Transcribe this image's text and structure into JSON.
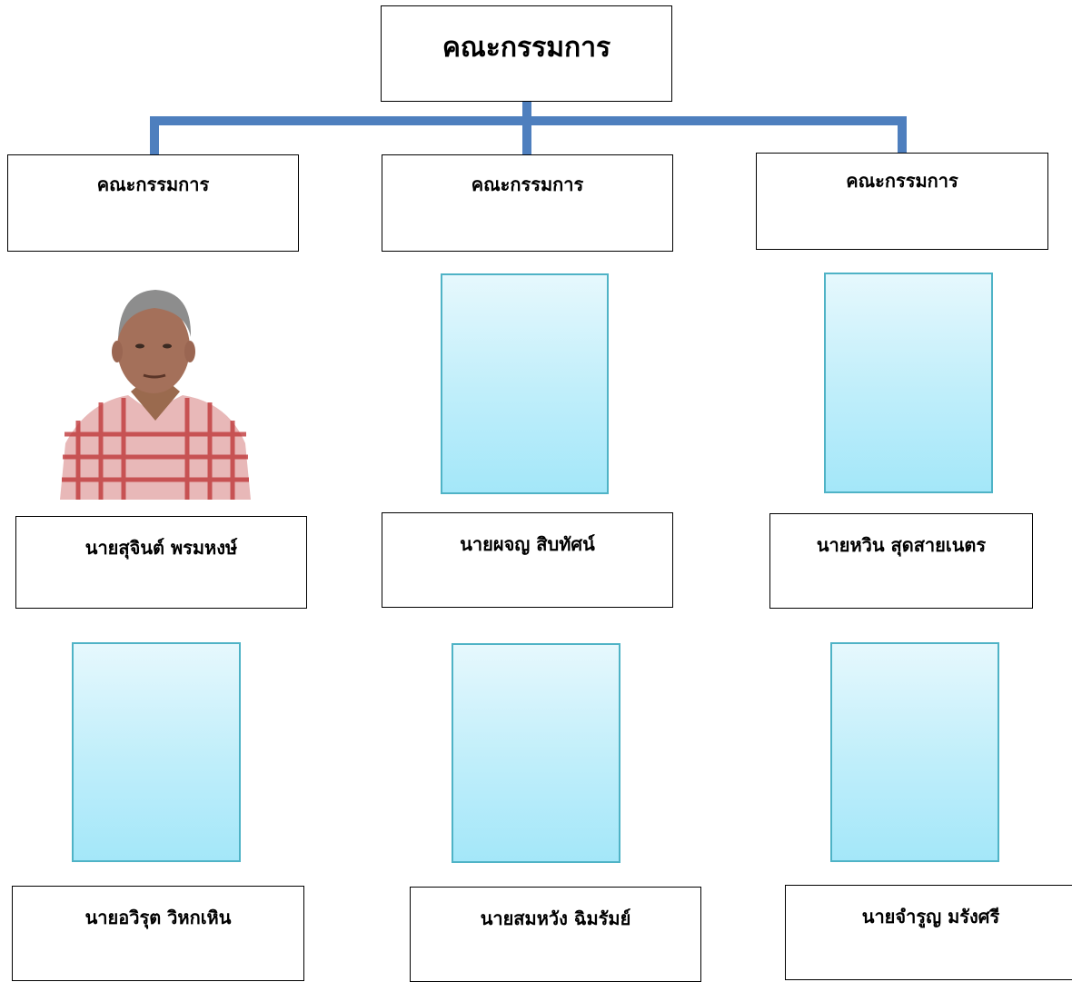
{
  "top": {
    "title": "คณะกรรมการ"
  },
  "branches": [
    {
      "label": "คณะกรรมการ"
    },
    {
      "label": "คณะกรรมการ"
    },
    {
      "label": "คณะกรรมการ"
    }
  ],
  "members_row1": [
    {
      "name": "นายสุจินต์  พรมหงษ์",
      "photo": "portrait"
    },
    {
      "name": "นายผจญ  สิบทัศน์",
      "photo": "placeholder"
    },
    {
      "name": "นายหวิน  สุดสายเนตร",
      "photo": "placeholder"
    }
  ],
  "members_row2": [
    {
      "name": "นายอวิรุต  วิหกเหิน",
      "photo": "placeholder"
    },
    {
      "name": "นายสมหวัง  ฉิมรัมย์",
      "photo": "placeholder"
    },
    {
      "name": "นายจำรูญ  มรังศรี",
      "photo": "placeholder"
    }
  ],
  "colors": {
    "connector": "#4e7fbe",
    "placeholder_border": "#4fb3c6",
    "placeholder_fill": "#bfeefa"
  }
}
